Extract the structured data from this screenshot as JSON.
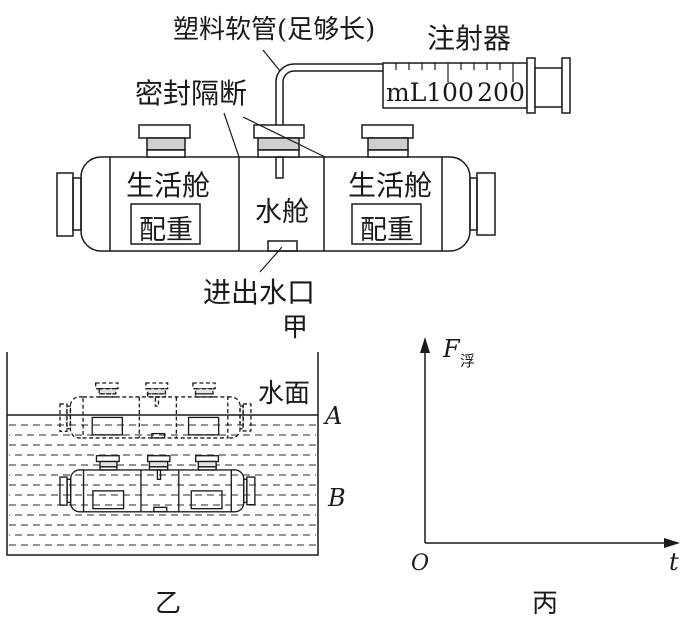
{
  "figure_jia": {
    "caption": "甲",
    "tube_label": "塑料软管(足够长)",
    "syringe_label": "注射器",
    "seal_label": "密封隔断",
    "inlet_label": "进出水口",
    "syringe": {
      "unit": "mL",
      "scale_labels": [
        "100",
        "200"
      ],
      "ticks_ml": [
        20,
        40,
        60,
        80,
        100,
        120,
        140,
        160,
        180,
        200
      ],
      "major_ticks_ml": [
        100,
        200
      ]
    },
    "compartments": [
      {
        "name": "生活舱",
        "ballast": "配重"
      },
      {
        "name": "水舱"
      },
      {
        "name": "生活舱",
        "ballast": "配重"
      }
    ]
  },
  "figure_yi": {
    "caption": "乙",
    "water_surface_label": "水面",
    "position_labels": [
      "A",
      "B"
    ]
  },
  "figure_bing": {
    "caption": "丙",
    "y_axis_label": "F",
    "y_axis_subscript": "浮",
    "x_axis_label": "t",
    "origin_label": "O"
  }
}
